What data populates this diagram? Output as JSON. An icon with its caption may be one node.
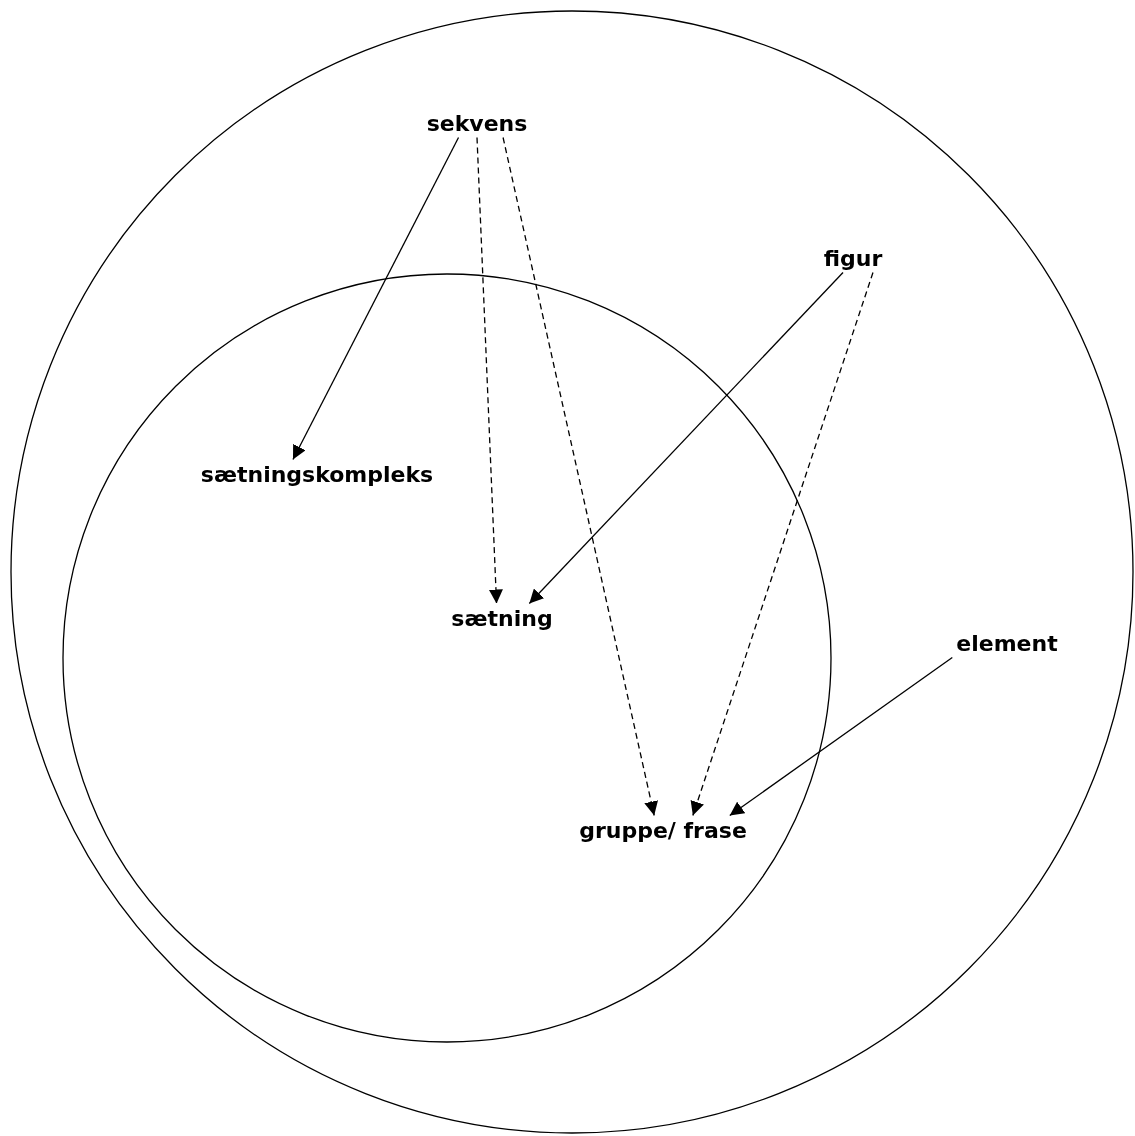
{
  "diagram": {
    "nodes": [
      {
        "text": [],
        "shape": "circle"
      },
      {
        "text": [],
        "shape": "circle",
        "in": 0
      },
      {
        "text": [
          "sekvens"
        ],
        "in": 0
      },
      {
        "text": [
          "figur"
        ],
        "in": 0
      },
      {
        "text": [
          "sætningskompleks"
        ],
        "in": 1
      },
      {
        "text": [
          "sætning"
        ],
        "in": 1
      },
      {
        "text": [
          "element"
        ],
        "in": 0
      },
      {
        "text": [
          "gruppe/ frase"
        ],
        "in": 1
      }
    ],
    "edges": [
      {
        "from": 2,
        "to": 4,
        "arrow": "to"
      },
      {
        "from": 2,
        "to": 5,
        "arrow": "to",
        "style": "dashed"
      },
      {
        "from": 2,
        "to": 7,
        "arrow": "to",
        "style": "dashed"
      },
      {
        "from": 3,
        "to": 5,
        "arrow": "to"
      },
      {
        "from": 3,
        "to": 7,
        "arrow": "to",
        "style": "dashed"
      },
      {
        "from": 6,
        "to": 7,
        "arrow": "to"
      }
    ]
  }
}
